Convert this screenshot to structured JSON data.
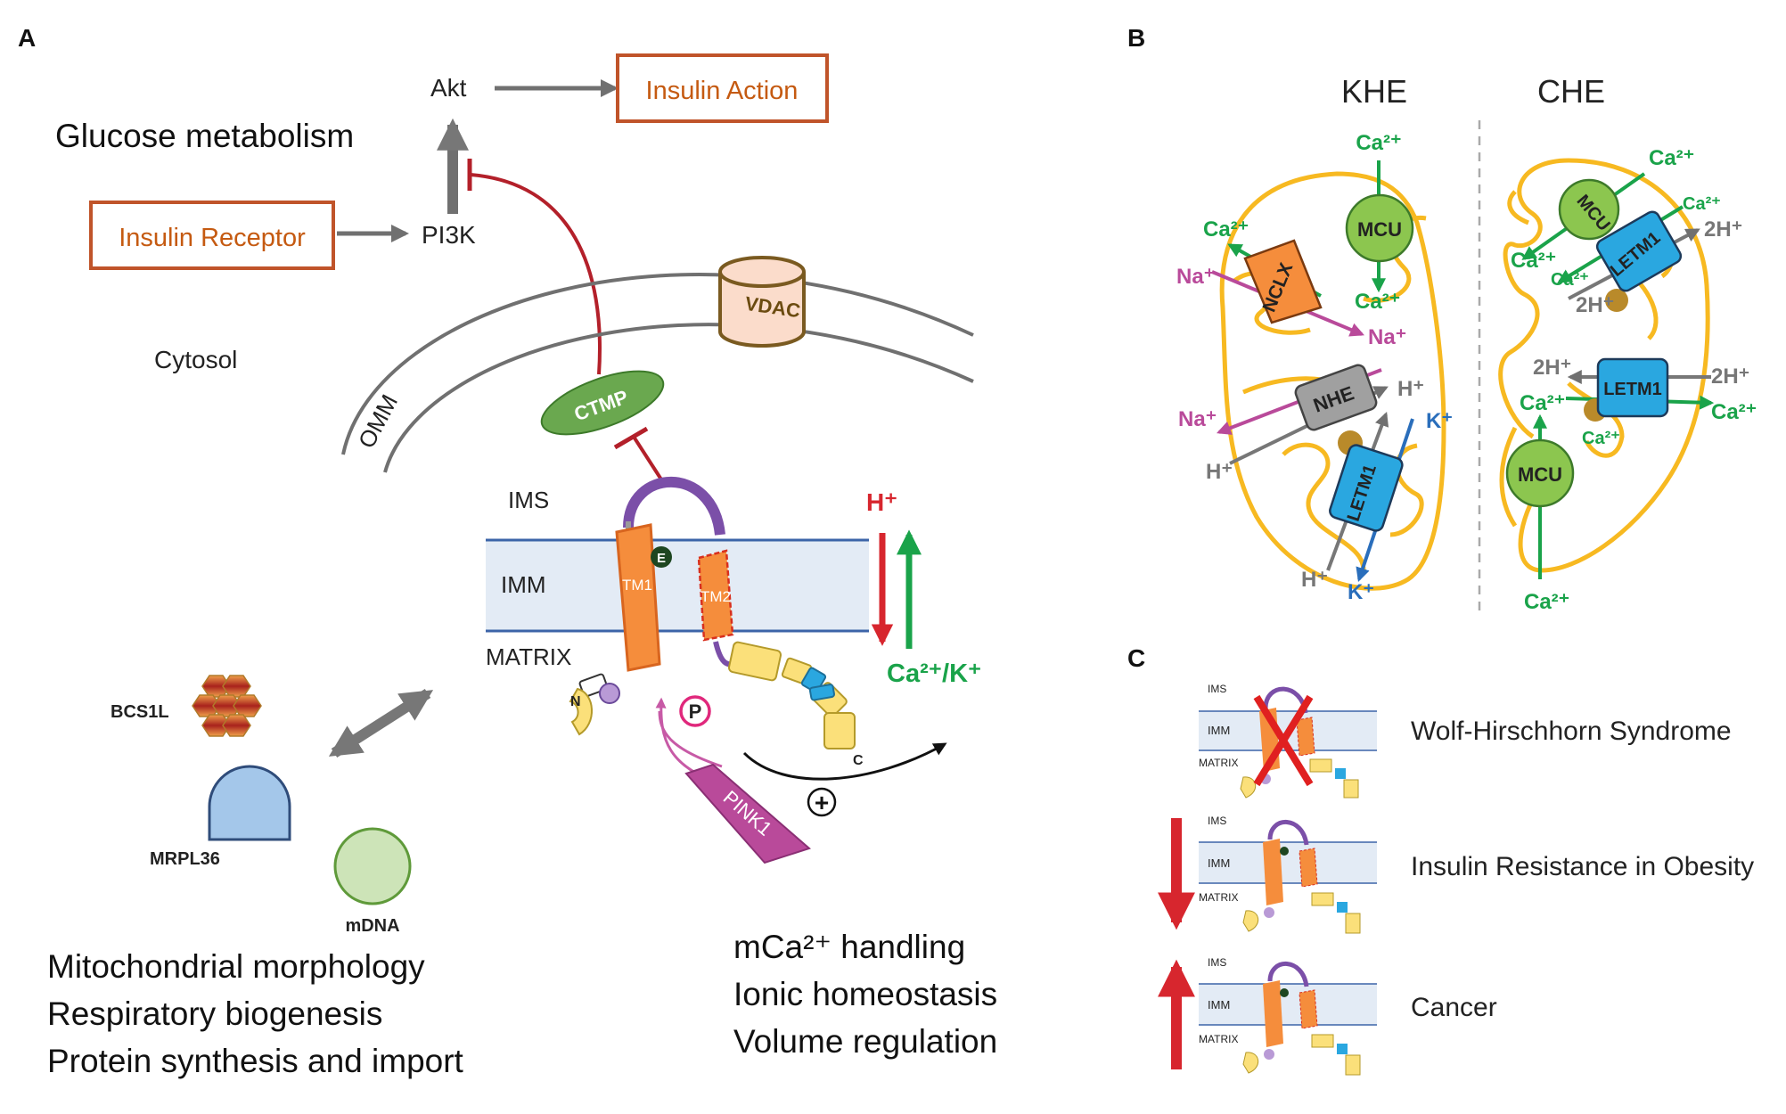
{
  "panel_labels": {
    "a": "A",
    "b": "B",
    "c": "C"
  },
  "panel_a": {
    "akt": "Akt",
    "insulin_action": "Insulin Action",
    "glucose_metabolism": "Glucose metabolism",
    "insulin_receptor": "Insulin Receptor",
    "pi3k": "PI3K",
    "cytosol": "Cytosol",
    "vdac": "VDAC",
    "omm": "OMM",
    "ctmp": "CTMP",
    "ims": "IMS",
    "imm": "IMM",
    "matrix": "MATRIX",
    "tm1": "TM1",
    "tm2": "TM2",
    "e": "E",
    "n": "N",
    "c": "C",
    "p": "P",
    "pink1": "PINK1",
    "plus": "+",
    "h_ion": "H⁺",
    "ca_k": "Ca²⁺/K⁺",
    "bcs1l": "BCS1L",
    "mrpl36": "MRPL36",
    "mdna": "mDNA",
    "left_functions": [
      "Mitochondrial morphology",
      "Respiratory biogenesis",
      "Protein synthesis and import"
    ],
    "right_functions": [
      "mCa²⁺ handling",
      "Ionic homeostasis",
      "Volume regulation"
    ]
  },
  "panel_b": {
    "khe": "KHE",
    "che": "CHE",
    "mcu": "MCU",
    "nclx": "NCLX",
    "nhe": "NHE",
    "letm1": "LETM1",
    "ca": "Ca²⁺",
    "na": "Na⁺",
    "h": "H⁺",
    "k": "K⁺",
    "two_h": "2H⁺"
  },
  "panel_c": {
    "ims": "IMS",
    "imm": "IMM",
    "matrix": "MATRIX",
    "conditions": [
      "Wolf-Hirschhorn Syndrome",
      "Insulin Resistance in Obesity",
      "Cancer"
    ]
  },
  "colors": {
    "red": "#d7262e",
    "green": "#1aa34a",
    "orange_text": "#c55a11",
    "tm_orange": "#f58d3c",
    "purple": "#7b4fa8",
    "magenta": "#b94a9a",
    "blue_ion": "#2a6ebb",
    "yellow_membrane": "#f7b921",
    "mcu_green": "#8cc64f",
    "letm1_blue": "#2aa7e0",
    "gray": "#777777",
    "imm_fill": "#e6eef7"
  }
}
